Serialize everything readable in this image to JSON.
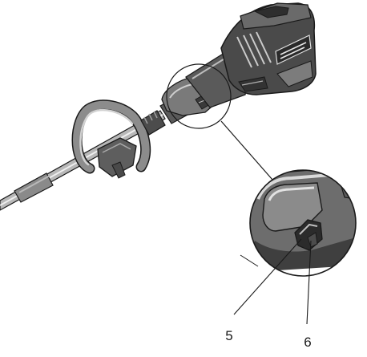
{
  "callouts": [
    {
      "id": "5",
      "label": "5"
    },
    {
      "id": "6",
      "label": "6"
    }
  ],
  "brand_label": "",
  "colors": {
    "body_dark": "#3c3c3c",
    "body_mid": "#6e6e6e",
    "body_light": "#a8a8a8",
    "highlight": "#d6d6d6",
    "shaft": "#9a9a9a",
    "outline": "#1a1a1a",
    "background": "#ffffff"
  }
}
